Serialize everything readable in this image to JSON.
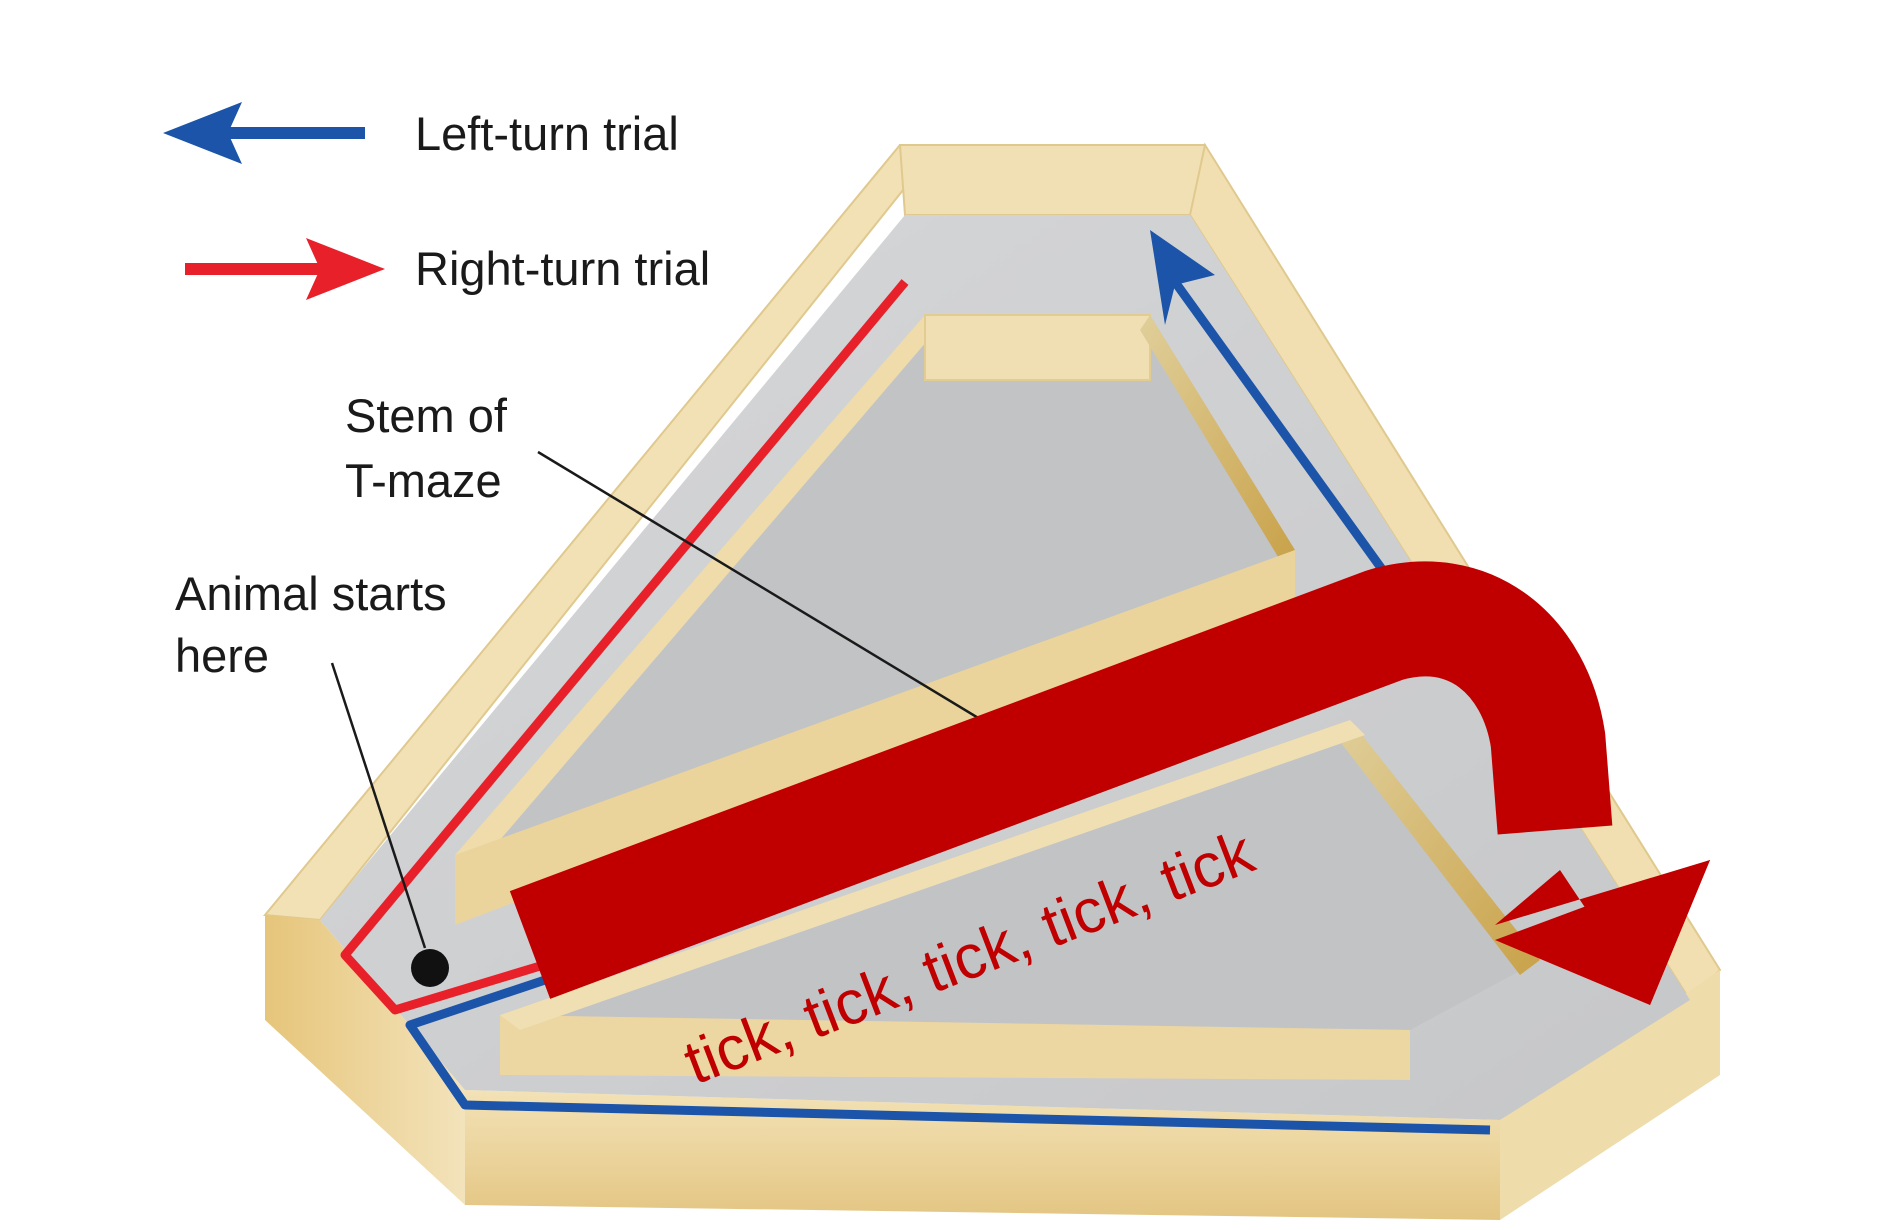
{
  "legend": {
    "left_turn_label": "Left-turn trial",
    "right_turn_label": "Right-turn trial"
  },
  "labels": {
    "stem_line1": "Stem of",
    "stem_line2": "T-maze",
    "start_line1": "Animal starts",
    "start_line2": "here"
  },
  "overlay": {
    "ticks": "tick, tick, tick, tick, tick"
  },
  "colors": {
    "left_turn": "#1b54a8",
    "right_turn": "#e8202a",
    "big_arrow": "#c00000",
    "maze_floor": "#cfd0d2",
    "maze_wall": "#ecd6a2",
    "maze_wall_dark": "#d4b05a"
  },
  "icons": {
    "left_arrow": "arrow-left-icon",
    "right_arrow": "arrow-right-icon",
    "start_marker": "start-dot-icon"
  }
}
